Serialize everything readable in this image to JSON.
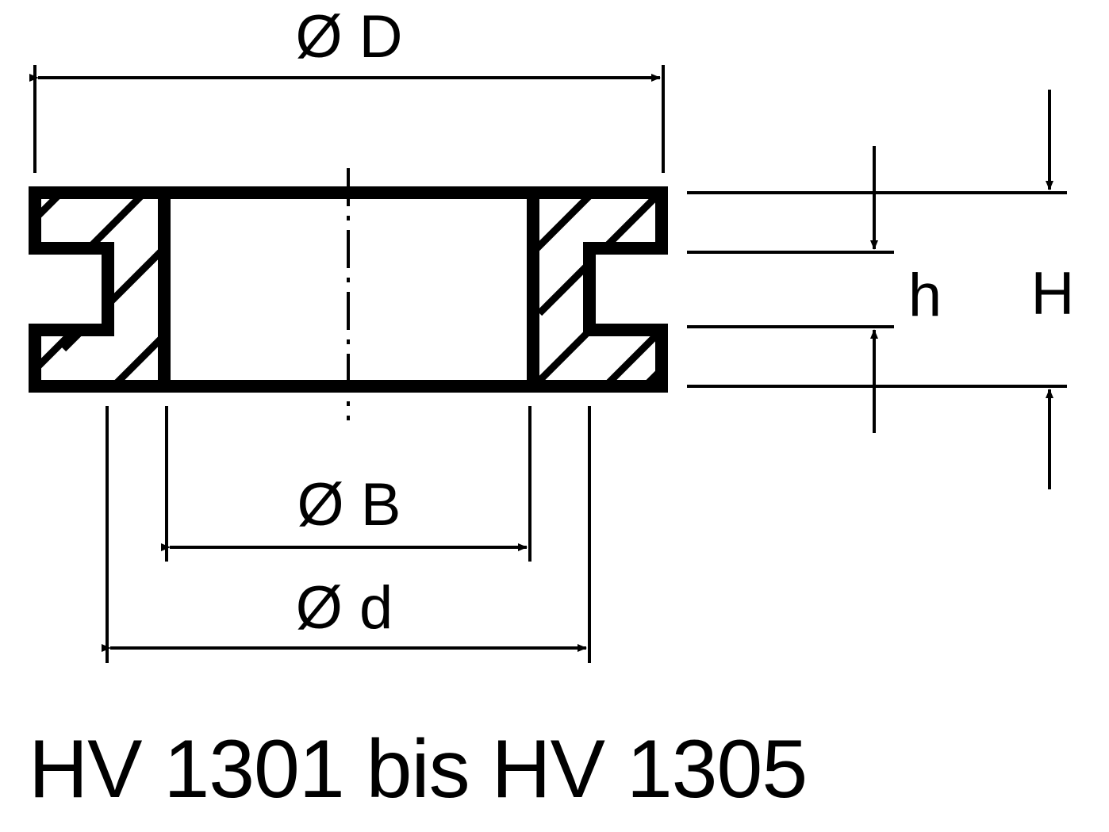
{
  "dimensions": {
    "outer_diameter": "Ø D",
    "bore_diameter": "Ø B",
    "mounting_diameter": "Ø d",
    "groove_height": "h",
    "total_height": "H"
  },
  "caption": "HV 1301 bis HV 1305"
}
